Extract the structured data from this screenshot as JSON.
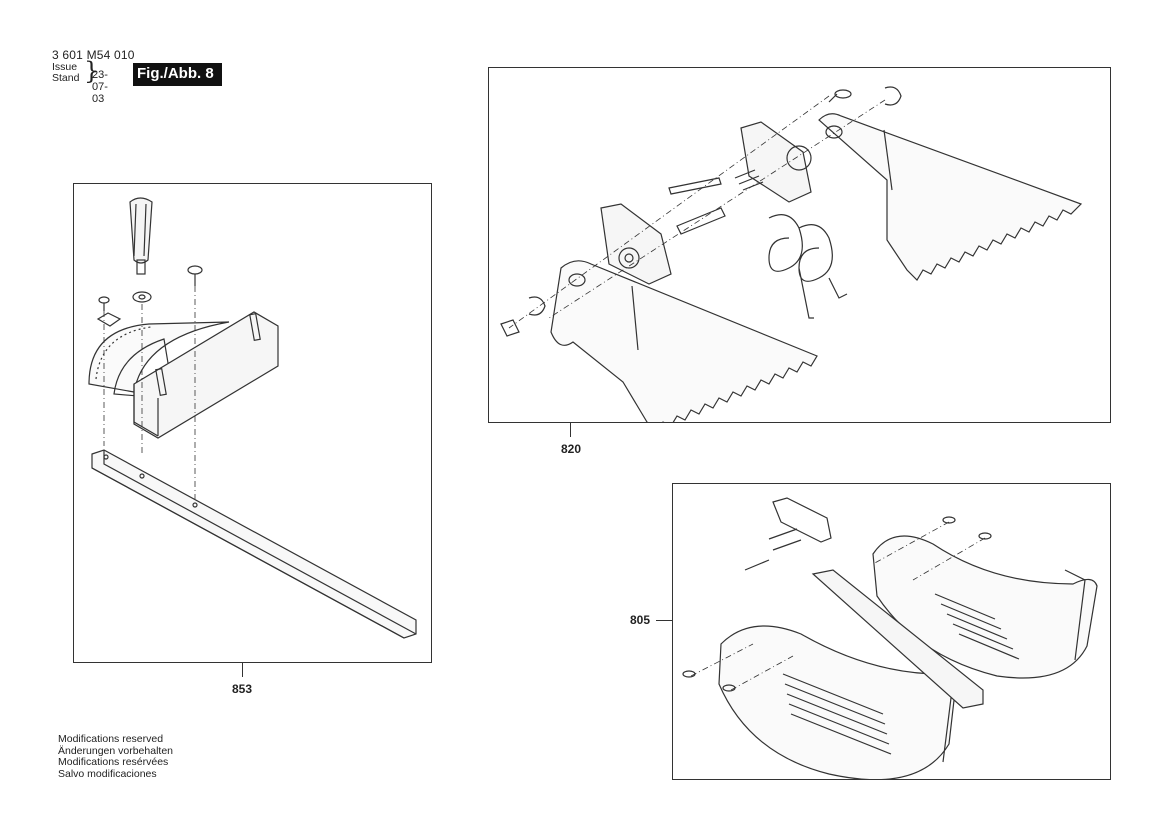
{
  "header": {
    "part_number": "3 601 M54 010",
    "issue_label": "Issue",
    "stand_label": "Stand",
    "brace": "}",
    "date": "23-07-03",
    "figure_label": "Fig./Abb. 8"
  },
  "callouts": {
    "miter_gauge": "853",
    "riving_knife": "820",
    "blade_guard": "805"
  },
  "notes": [
    "Modifications reserved",
    "Änderungen vorbehalten",
    "Modifications resérvées",
    "Salvo modificaciones"
  ],
  "colors": {
    "line": "#333333",
    "badge_bg": "#111111",
    "badge_text": "#ffffff"
  }
}
